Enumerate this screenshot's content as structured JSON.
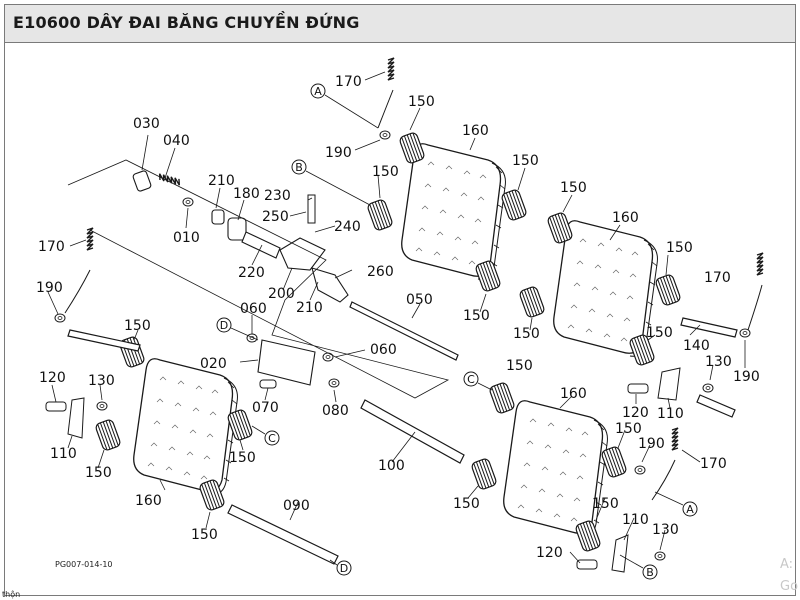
{
  "title": "E10600 DÂY ĐAI BĂNG CHUYỀN ĐỨNG",
  "drawing_code": "PG007-014-10",
  "corner_text": "thộn",
  "watermark": [
    "A:",
    "Go"
  ],
  "part_labels": {
    "p170a": "170",
    "p150a": "150",
    "p190a": "190",
    "p160a": "160",
    "p150b": "150",
    "p150c": "150",
    "p030": "030",
    "p040": "040",
    "p210a": "210",
    "p180": "180",
    "p010": "010",
    "p230": "230",
    "p250": "250",
    "p240": "240",
    "p150d": "150",
    "p160b": "160",
    "p150e": "150",
    "p170b": "170",
    "p260": "260",
    "p220": "220",
    "p200": "200",
    "p210b": "210",
    "p050": "050",
    "p190b": "190",
    "p060a": "060",
    "p150f": "150",
    "p150g": "150",
    "p140": "140",
    "p150h": "150",
    "p130a": "130",
    "p190c": "190",
    "p020": "020",
    "p060b": "060",
    "p150i": "150",
    "p120a": "120",
    "p130b": "130",
    "p070": "070",
    "p080": "080",
    "p160c": "160",
    "p120b": "120",
    "p110a": "110",
    "p110b": "110",
    "p150j": "150",
    "p190d": "190",
    "p170c": "170",
    "p100": "100",
    "p160d": "160",
    "p150k": "150",
    "p150l": "150",
    "p090": "090",
    "p150m": "150",
    "p150n": "150",
    "p110c": "110",
    "p130c": "130",
    "p120c": "120",
    "p150o": "150",
    "p150p": "150",
    "p170d": "170"
  },
  "callouts": {
    "a1": "A",
    "b1": "B",
    "c1": "C",
    "c2": "C",
    "d1": "D",
    "d2": "D",
    "a2": "A",
    "b2": "B"
  },
  "colors": {
    "line": "#1a1a1a",
    "header_bg": "#e6e6e6",
    "border": "#7a7a7a"
  }
}
